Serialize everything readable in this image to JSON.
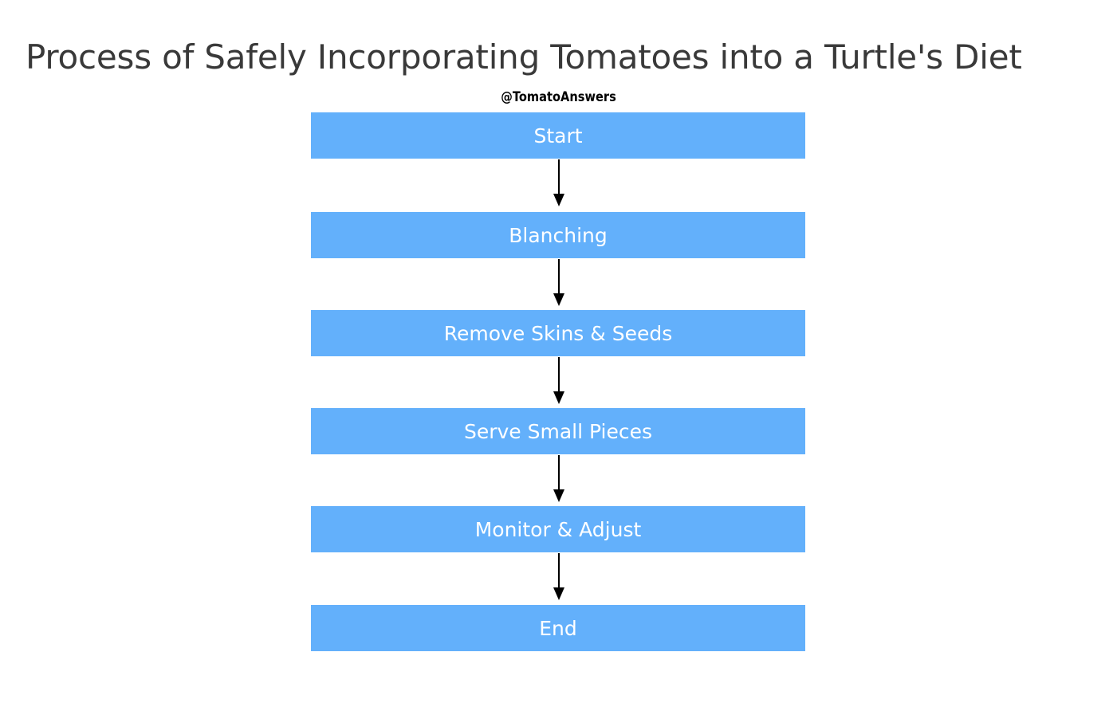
{
  "chart_data": {
    "type": "diagram",
    "diagram_kind": "flowchart",
    "orientation": "top-to-bottom",
    "title": "Process of Safely Incorporating Tomatoes into a Turtle's Diet",
    "subtitle": "@TomatoAnswers",
    "node_fill_color": "#63b0fb",
    "node_text_color": "#ffffff",
    "edge_color": "#000000",
    "title_color": "#393939",
    "background_color": "#ffffff",
    "nodes": [
      {
        "id": "start",
        "label": "Start"
      },
      {
        "id": "blanching",
        "label": "Blanching"
      },
      {
        "id": "remove_skins_seeds",
        "label": "Remove Skins & Seeds"
      },
      {
        "id": "serve_small_pieces",
        "label": "Serve Small Pieces"
      },
      {
        "id": "monitor_adjust",
        "label": "Monitor & Adjust"
      },
      {
        "id": "end",
        "label": "End"
      }
    ],
    "edges": [
      {
        "from": "start",
        "to": "blanching"
      },
      {
        "from": "blanching",
        "to": "remove_skins_seeds"
      },
      {
        "from": "remove_skins_seeds",
        "to": "serve_small_pieces"
      },
      {
        "from": "serve_small_pieces",
        "to": "monitor_adjust"
      },
      {
        "from": "monitor_adjust",
        "to": "end"
      }
    ]
  },
  "header": {
    "title": "Process of Safely Incorporating Tomatoes into a Turtle's Diet",
    "subtitle": "@TomatoAnswers"
  },
  "flow": {
    "nodes": [
      {
        "label": "Start"
      },
      {
        "label": "Blanching"
      },
      {
        "label": "Remove Skins & Seeds"
      },
      {
        "label": "Serve Small Pieces"
      },
      {
        "label": "Monitor & Adjust"
      },
      {
        "label": "End"
      }
    ]
  }
}
